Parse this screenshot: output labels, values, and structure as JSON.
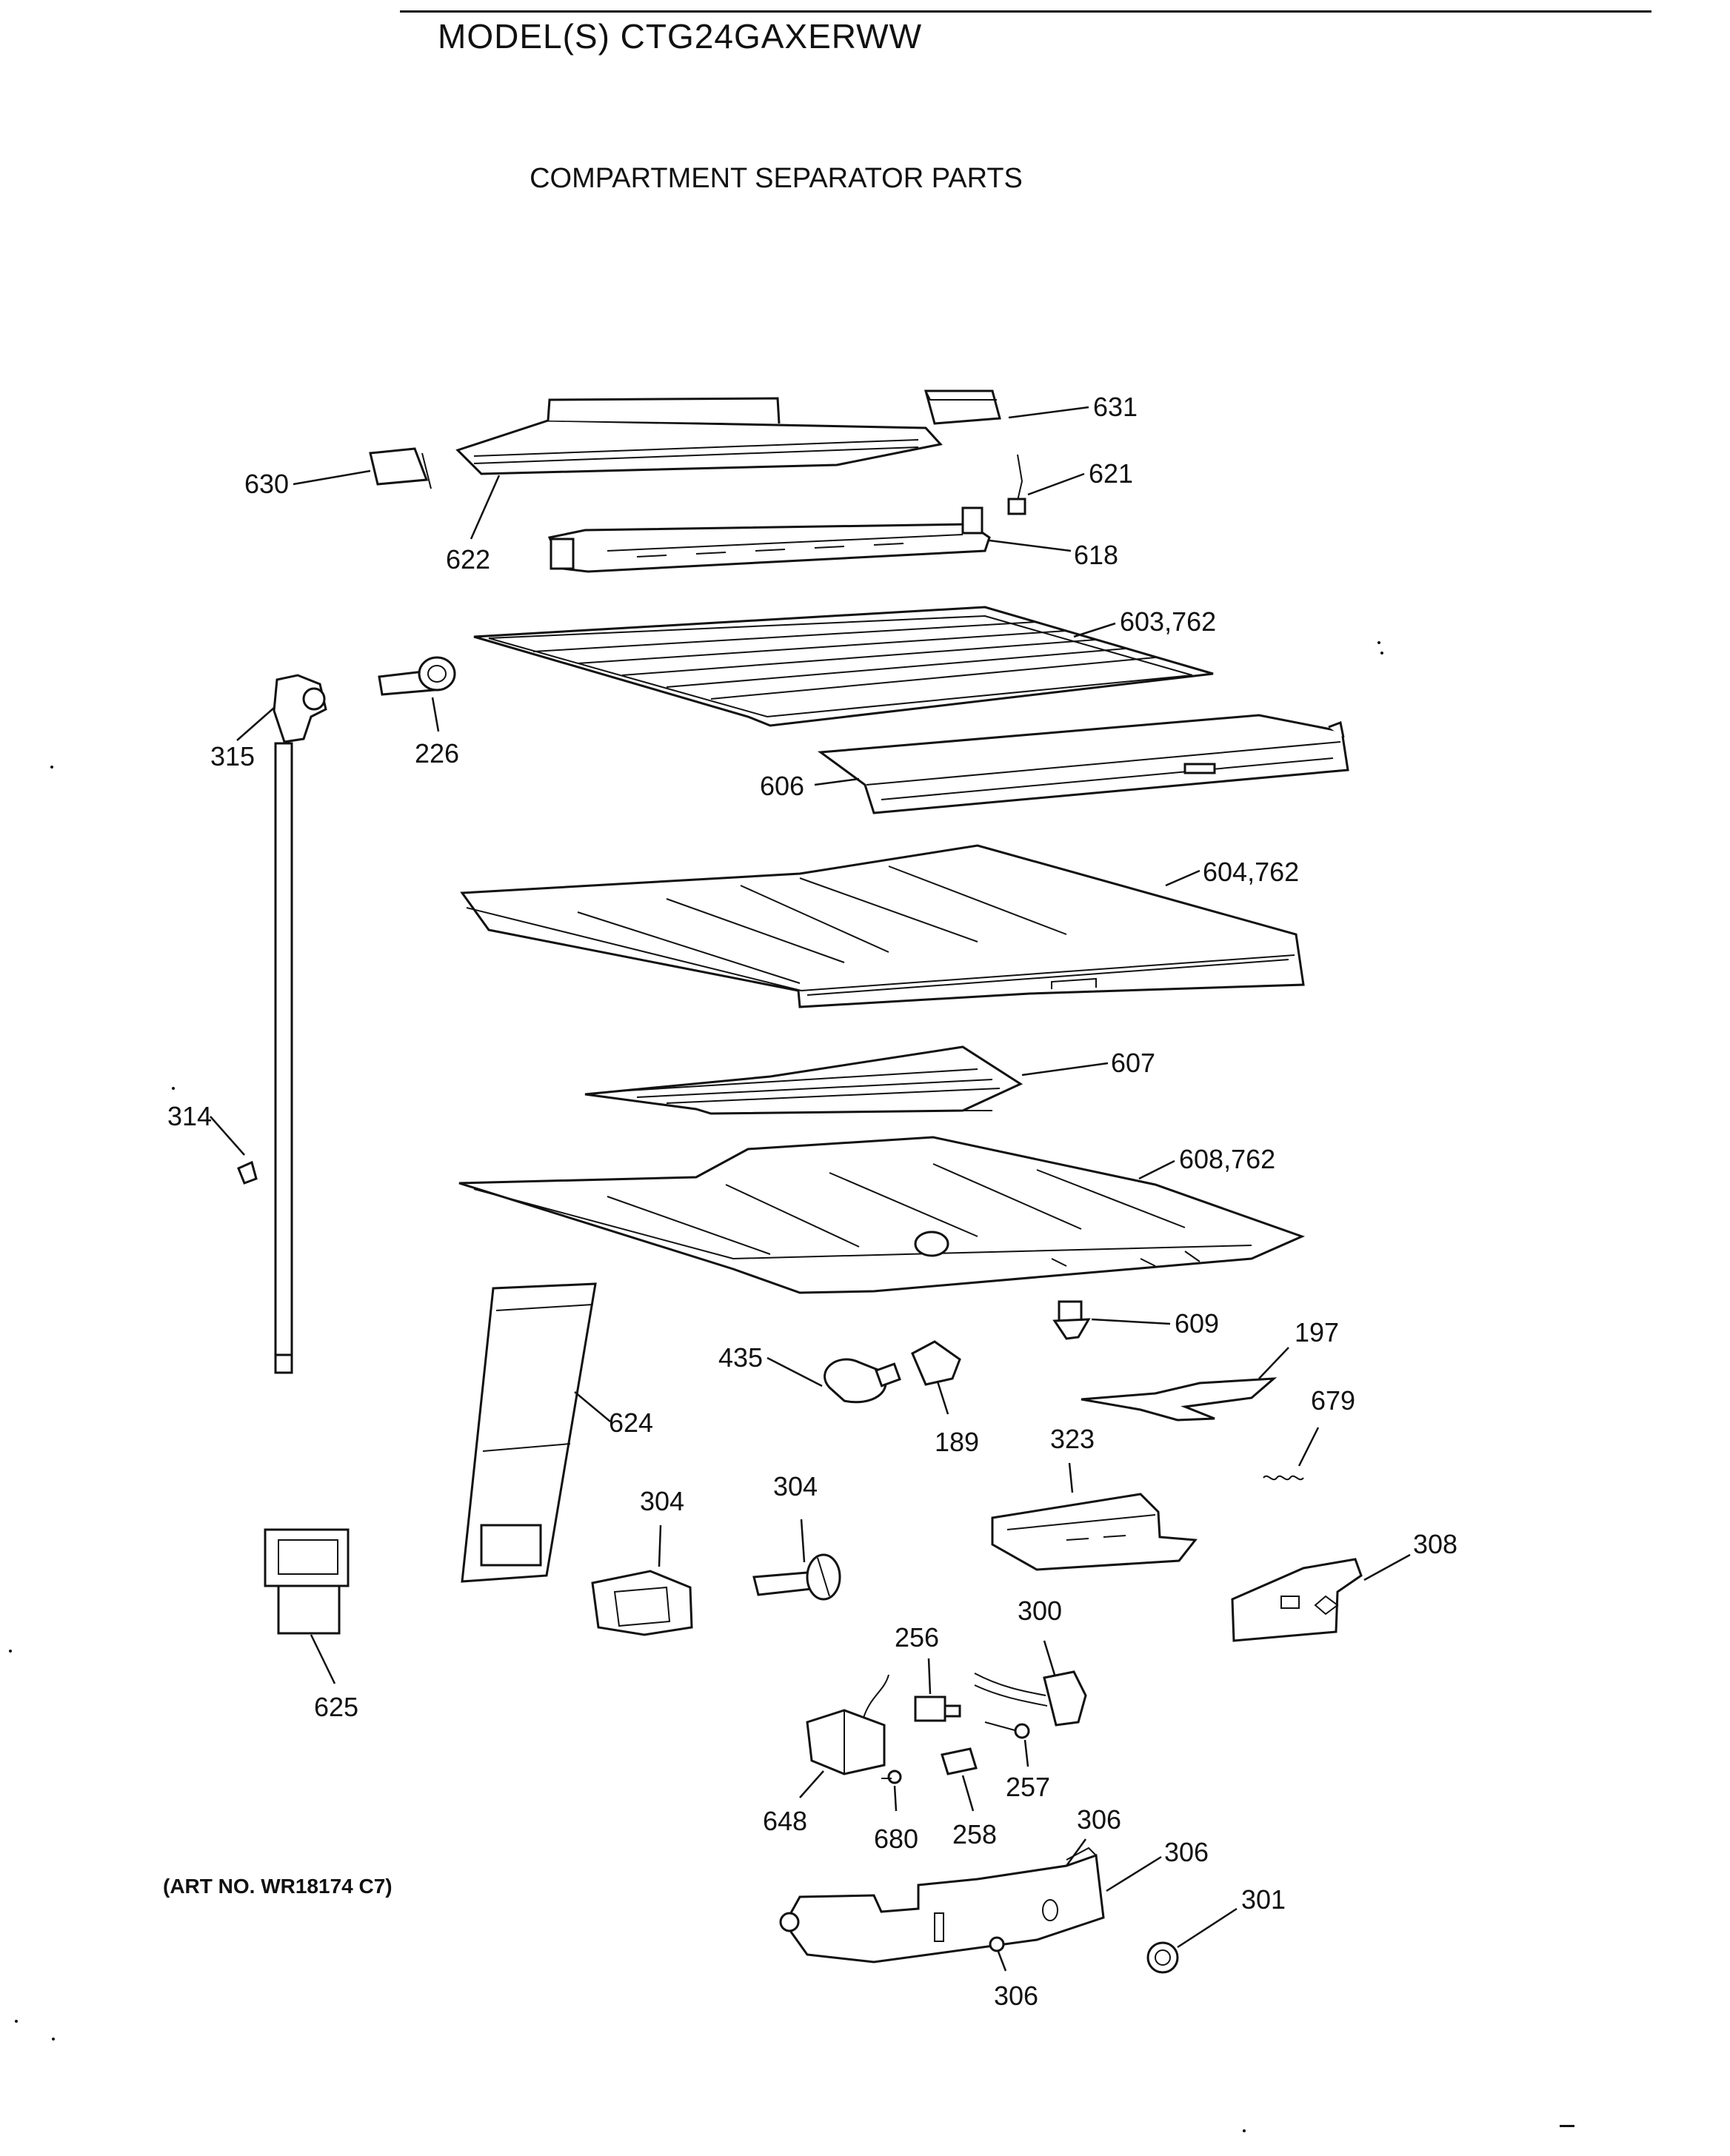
{
  "header": {
    "model_title": "MODEL(S) CTG24GAXERWW",
    "section_title": "COMPARTMENT SEPARATOR PARTS"
  },
  "footer": {
    "art_number": "(ART NO. WR18174 C7)"
  },
  "callouts": {
    "c631": "631",
    "c630": "630",
    "c621": "621",
    "c622": "622",
    "c618": "618",
    "c603": "603,762",
    "c315": "315",
    "c226": "226",
    "c606": "606",
    "c604": "604,762",
    "c607": "607",
    "c314": "314",
    "c608": "608,762",
    "c609": "609",
    "c197": "197",
    "c435": "435",
    "c624": "624",
    "c189": "189",
    "c679": "679",
    "c323": "323",
    "c304a": "304",
    "c304b": "304",
    "c308": "308",
    "c625": "625",
    "c300": "300",
    "c256": "256",
    "c257": "257",
    "c648": "648",
    "c680": "680",
    "c258": "258",
    "c306a": "306",
    "c306b": "306",
    "c306c": "306",
    "c301": "301"
  }
}
